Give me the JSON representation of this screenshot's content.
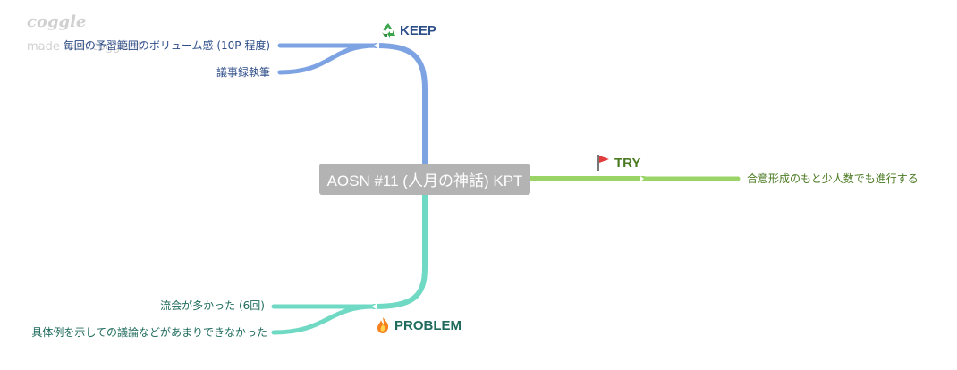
{
  "brand": {
    "logo": "coggle",
    "made_with": "made with coggle.it"
  },
  "central": {
    "title": "AOSN #11 (人月の神話) KPT"
  },
  "branches": {
    "keep": {
      "label": "KEEP",
      "icon": "recycle-icon",
      "color": "#7ea3e3",
      "text_color": "#2f4f8a",
      "items": [
        "毎回の予習範囲のボリューム感 (10P 程度)",
        "議事録執筆"
      ]
    },
    "try": {
      "label": "TRY",
      "icon": "red-flag-icon",
      "color": "#9ad467",
      "text_color": "#4a7a22",
      "items": [
        "合意形成のもと少人数でも進行する"
      ]
    },
    "problem": {
      "label": "PROBLEM",
      "icon": "fire-icon",
      "color": "#6fd9c4",
      "text_color": "#1f6b5c",
      "items": [
        "流会が多かった (6回)",
        "具体例を示しての議論などがあまりできなかった"
      ]
    }
  }
}
